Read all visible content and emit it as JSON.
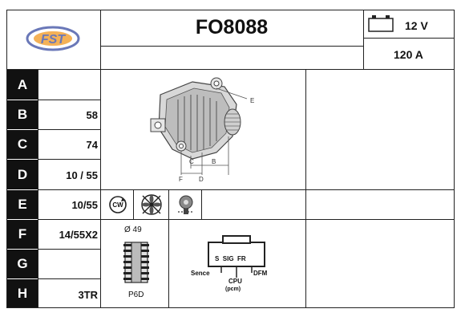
{
  "header": {
    "logo_text": "FST",
    "part_number": "FO8088",
    "voltage": "12 V",
    "current": "120 A"
  },
  "rows": [
    {
      "label": "A",
      "value": ""
    },
    {
      "label": "B",
      "value": "58"
    },
    {
      "label": "C",
      "value": "74"
    },
    {
      "label": "D",
      "value": "10 / 55"
    },
    {
      "label": "E",
      "value": "10/55"
    },
    {
      "label": "F",
      "value": "14/55X2"
    },
    {
      "label": "G",
      "value": ""
    },
    {
      "label": "H",
      "value": "3TR"
    }
  ],
  "drawing_labels": {
    "e": "E",
    "c": "C",
    "b": "B",
    "f": "F",
    "d": "D"
  },
  "rotation_label": "CW",
  "pulley": {
    "diameter": "Ø 49",
    "type": "P6D"
  },
  "connector": {
    "pins": "S  SIG  FR",
    "left_label": "Sence",
    "right_label": "DFM",
    "center_label": "CPU",
    "sub_label": "(pcm)"
  }
}
